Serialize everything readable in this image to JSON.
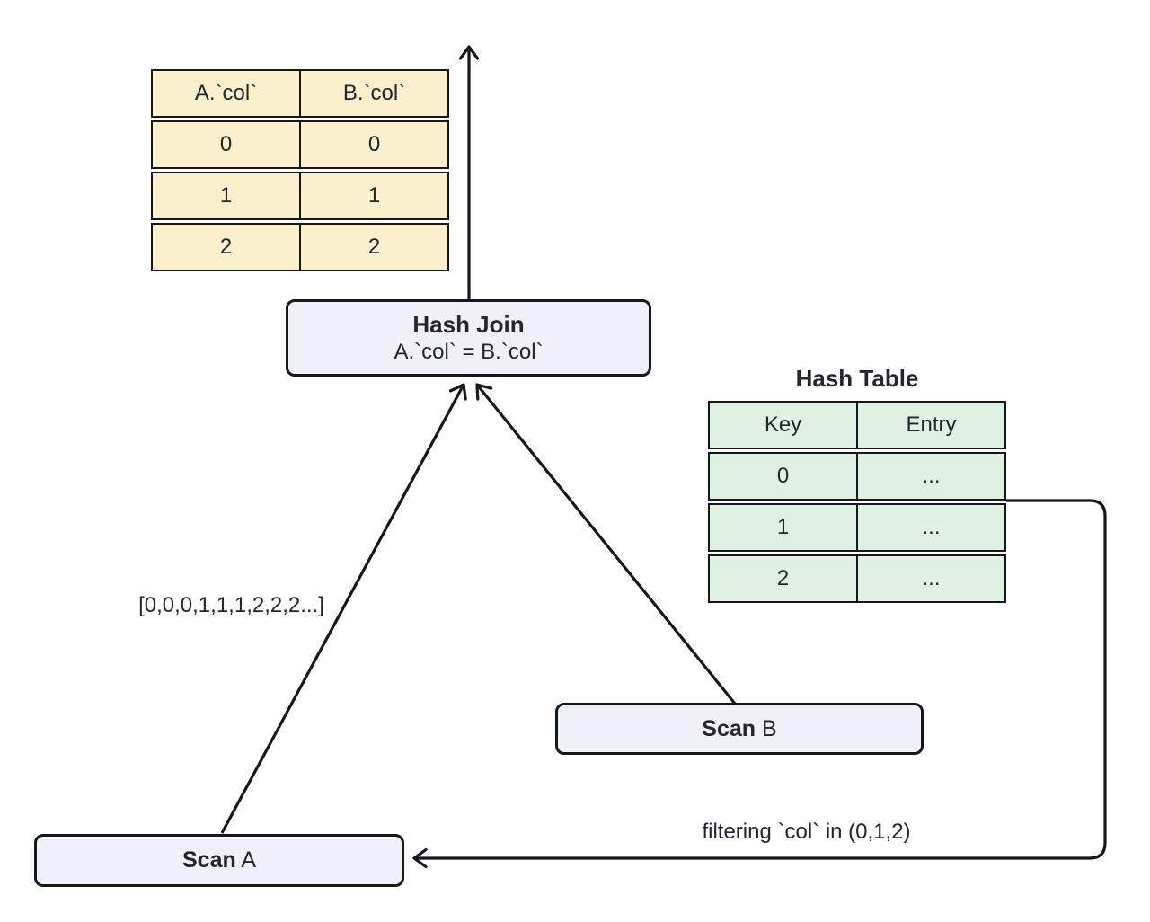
{
  "result_table": {
    "headers": [
      "A.`col`",
      "B.`col`"
    ],
    "rows": [
      [
        "0",
        "0"
      ],
      [
        "1",
        "1"
      ],
      [
        "2",
        "2"
      ]
    ]
  },
  "hash_join_node": {
    "title": "Hash Join",
    "condition": "A.`col` = B.`col`"
  },
  "hash_table": {
    "title": "Hash Table",
    "headers": [
      "Key",
      "Entry"
    ],
    "rows": [
      [
        "0",
        "..."
      ],
      [
        "1",
        "..."
      ],
      [
        "2",
        "..."
      ]
    ]
  },
  "scan_a_node": {
    "name": "Scan",
    "target": " A"
  },
  "scan_b_node": {
    "name": "Scan",
    "target": " B"
  },
  "edge_labels": {
    "build_stream": "[0,0,0,1,1,1,2,2,2...]",
    "filter": "filtering `col` in (0,1,2)"
  },
  "colors": {
    "line": "#16171c",
    "text": "#24262e",
    "result_table_fill": "#faf0cc",
    "hash_table_fill": "#dff2e2",
    "node_fill": "#edf1f9"
  }
}
